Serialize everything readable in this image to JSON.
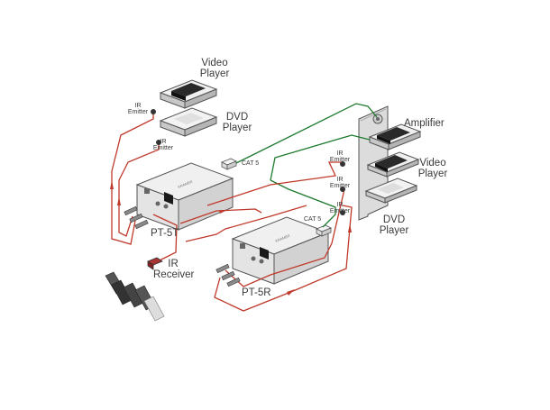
{
  "labels": {
    "video_player_top": [
      "Video",
      "Player"
    ],
    "dvd_player_top": [
      "DVD",
      "Player"
    ],
    "ir_emitter_1": [
      "IR",
      "Emitter"
    ],
    "ir_emitter_2": [
      "IR",
      "Emitter"
    ],
    "cat5_top": "CAT 5",
    "cat5_bottom": "CAT 5",
    "pt5t": "PT-5T",
    "pt5r": "PT-5R",
    "ir_receiver": [
      "IR",
      "Receiver"
    ],
    "ir_emitter_r1": [
      "IR",
      "Emitter"
    ],
    "ir_emitter_r2": [
      "IR",
      "Emitter"
    ],
    "ir_emitter_r3": [
      "IR",
      "Emitter"
    ],
    "amplifier": "Amplifier",
    "video_player_right": [
      "Video",
      "Player"
    ],
    "dvd_player_right": [
      "DVD",
      "Player"
    ]
  },
  "colors": {
    "ir_cable": "#c0392b",
    "cat5_cable": "#1e7a2e",
    "device_box": "#e9e9e9",
    "device_dark": "#2a2a2a",
    "rack": "#d9d9d9"
  }
}
